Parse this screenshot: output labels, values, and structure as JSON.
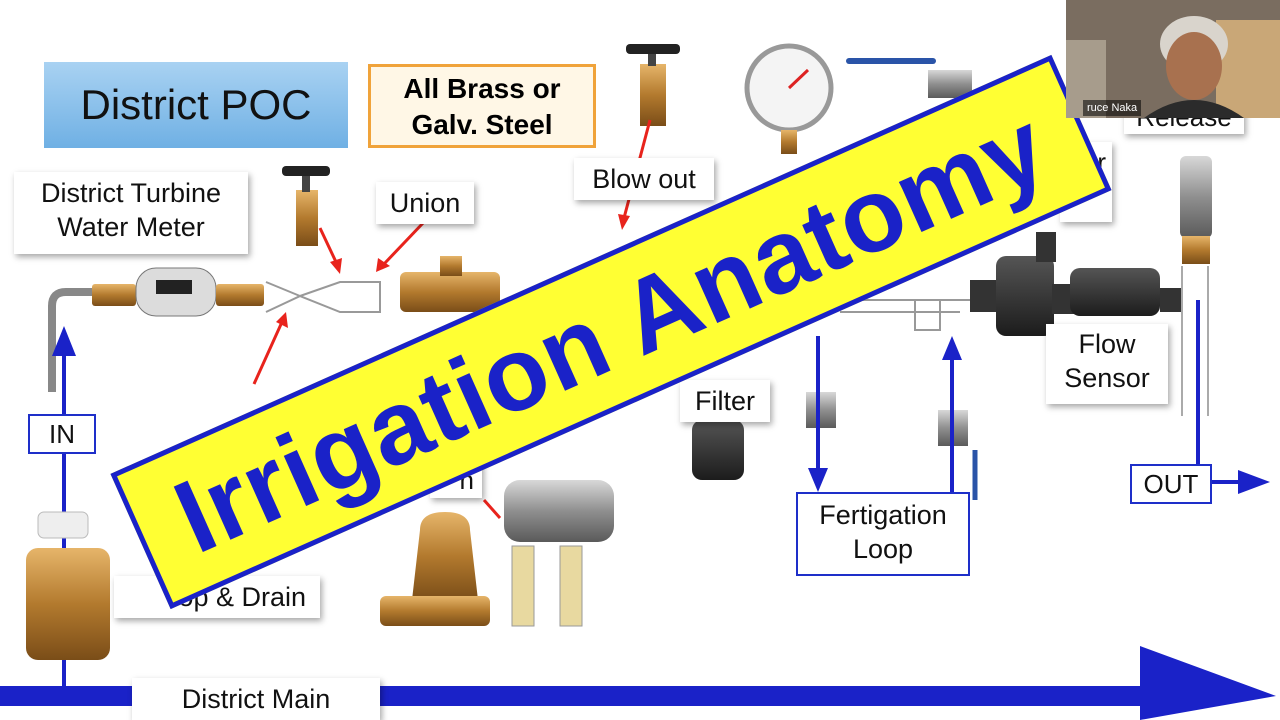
{
  "slide": {
    "title_banner": "Irrigation Anatomy",
    "header_box": "District POC",
    "material_note": {
      "line1": "All Brass or",
      "line2": "Galv. Steel"
    },
    "labels": {
      "meter": {
        "line1": "District Turbine",
        "line2": "Water Meter"
      },
      "union": "Union",
      "blow_out": "Blow out",
      "filter": "Filter",
      "flow_sensor": {
        "line1": "Flow",
        "line2": "Sensor"
      },
      "fertigation": {
        "line1": "Fertigation",
        "line2": "Loop"
      },
      "stop_drain": "op & Drain",
      "in": "IN",
      "out": "OUT",
      "district_main": "District Main",
      "release_partial": "Release",
      "partial_n": "n",
      "partial_r": "r"
    }
  },
  "webcam": {
    "participant_name": "ruce Naka"
  },
  "colors": {
    "banner_fill": "#ffff33",
    "banner_text": "#1a22c8",
    "arrow_blue": "#1a22c8",
    "pointer_red": "#e8231c",
    "poc_blue": "#7fbbe8",
    "brass_orange": "#f0a33a"
  }
}
